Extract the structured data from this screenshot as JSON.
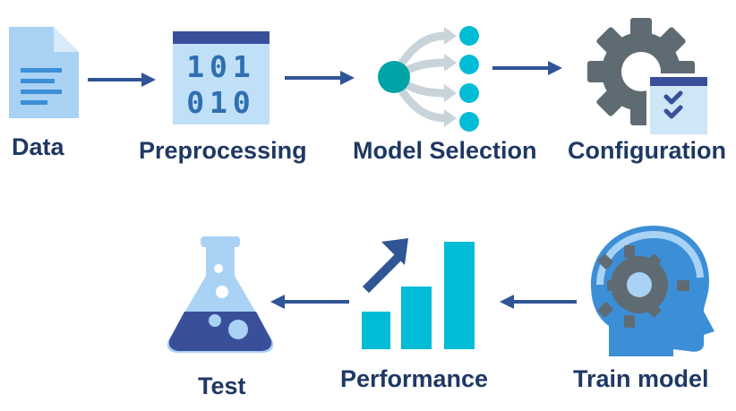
{
  "steps": [
    {
      "label": "Data",
      "icon": "document-icon"
    },
    {
      "label": "Preprocessing",
      "icon": "binary-data-icon"
    },
    {
      "label": "Model Selection",
      "icon": "branching-network-icon"
    },
    {
      "label": "Configuration",
      "icon": "gear-checklist-icon"
    },
    {
      "label": "Train model",
      "icon": "head-gear-icon"
    },
    {
      "label": "Performance",
      "icon": "bar-chart-growth-icon"
    },
    {
      "label": "Test",
      "icon": "flask-icon"
    }
  ],
  "binary": {
    "row1": "101",
    "row2": "010"
  },
  "colors": {
    "label": "#1f3864",
    "arrow": "#2f5597",
    "light_blue": "#a9d2f5",
    "blue": "#3c8ed6",
    "teal": "#00a3a6",
    "cyan": "#00bcd6",
    "gear": "#5f6b73"
  }
}
